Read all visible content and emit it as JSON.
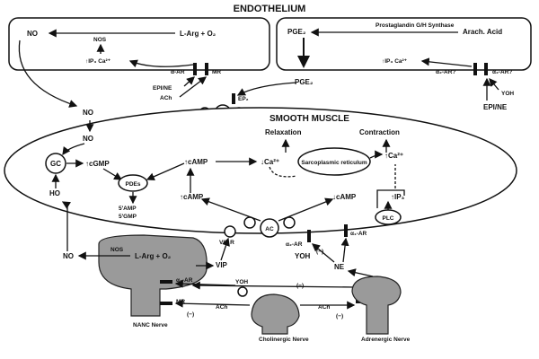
{
  "title": "ENDOTHELIUM",
  "smooth_muscle": "SMOOTH MUSCLE",
  "endo_left": {
    "no": "NO",
    "larg_o2": "L-Arg + O₂",
    "nos": "NOS",
    "ip3_ca": "↑IP₃ Ca²⁺",
    "alpha_ar": "α-AR",
    "mr": "MR",
    "epi_ne": "EPI/NE",
    "ach": "ACh"
  },
  "endo_right": {
    "pge2": "PGE₂",
    "pg_synthase": "Prostaglandin G/H Synthase",
    "arach_acid": "Arach. Acid",
    "ip3_ca": "↑IP₃ Ca²⁺",
    "a2_ar1": "α₂-AR?",
    "a2_ar2": "α₂-AR?",
    "yoh": "YOH",
    "epi_ne": "EPI/NE"
  },
  "middle": {
    "pge2": "PGE₂",
    "ep": "EP₂",
    "ac": "AC",
    "no1": "NO",
    "no2": "NO",
    "relaxation": "Relaxation",
    "contraction": "Contraction",
    "gc": "GC",
    "cgmp": "↑cGMP",
    "pdes": "PDEs",
    "camp1": "↑cAMP",
    "ca_down": "↓Ca²⁺",
    "sarco": "Sarcoplasmic reticulum",
    "ca_up": "↑Ca²⁺",
    "camp2": "↑cAMP",
    "camp_down": "↓cAMP",
    "ip3": "↑IP₃",
    "amp": "5'AMP",
    "gmp": "5'GMP",
    "ho": "HO"
  },
  "bottom": {
    "vip_r": "VIP R",
    "ac": "AC",
    "a2_ar_mid": "α₂-AR",
    "a1_ar": "α₁-AR",
    "plc": "PLC",
    "yoh1": "YOH",
    "ne": "NE",
    "no": "NO",
    "nos": "NOS",
    "larg": "L-Arg + O₂",
    "vip": "VIP",
    "yoh2": "YOH",
    "a2_ar_low": "α₂-AR",
    "mr": "MR",
    "ach1": "ACh",
    "ach2": "ACh",
    "minus1": "(−)",
    "minus2": "(−)",
    "minus3": "(−)",
    "minus4": "(−)",
    "nanc": "NANC Nerve",
    "cholinergic": "Cholinergic Nerve",
    "adrenergic": "Adrenergic Nerve"
  }
}
